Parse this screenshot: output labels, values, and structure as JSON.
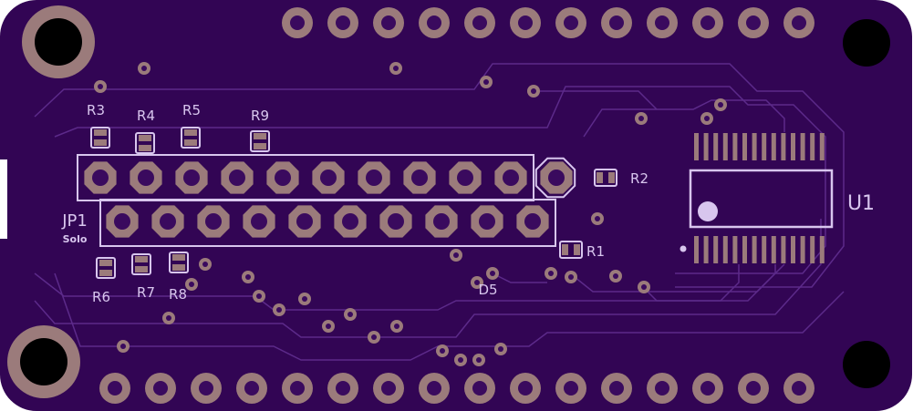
{
  "board": {
    "colors": {
      "substrate": "#3f0a66",
      "copper_fill": "#320554",
      "trace": "#5c2a8a",
      "pad": "#9b7b7b",
      "pad_hole": "#3a0a5e",
      "silk": "#d8c6ee",
      "mount_hole": "#000000"
    }
  },
  "labels": {
    "r3": "R3",
    "r4": "R4",
    "r5": "R5",
    "r9": "R9",
    "r2": "R2",
    "r1": "R1",
    "r6": "R6",
    "r7": "R7",
    "r8": "R8",
    "jp1": "JP1",
    "jp1_sub": "Solo",
    "u1": "U1",
    "d5": "D5"
  }
}
